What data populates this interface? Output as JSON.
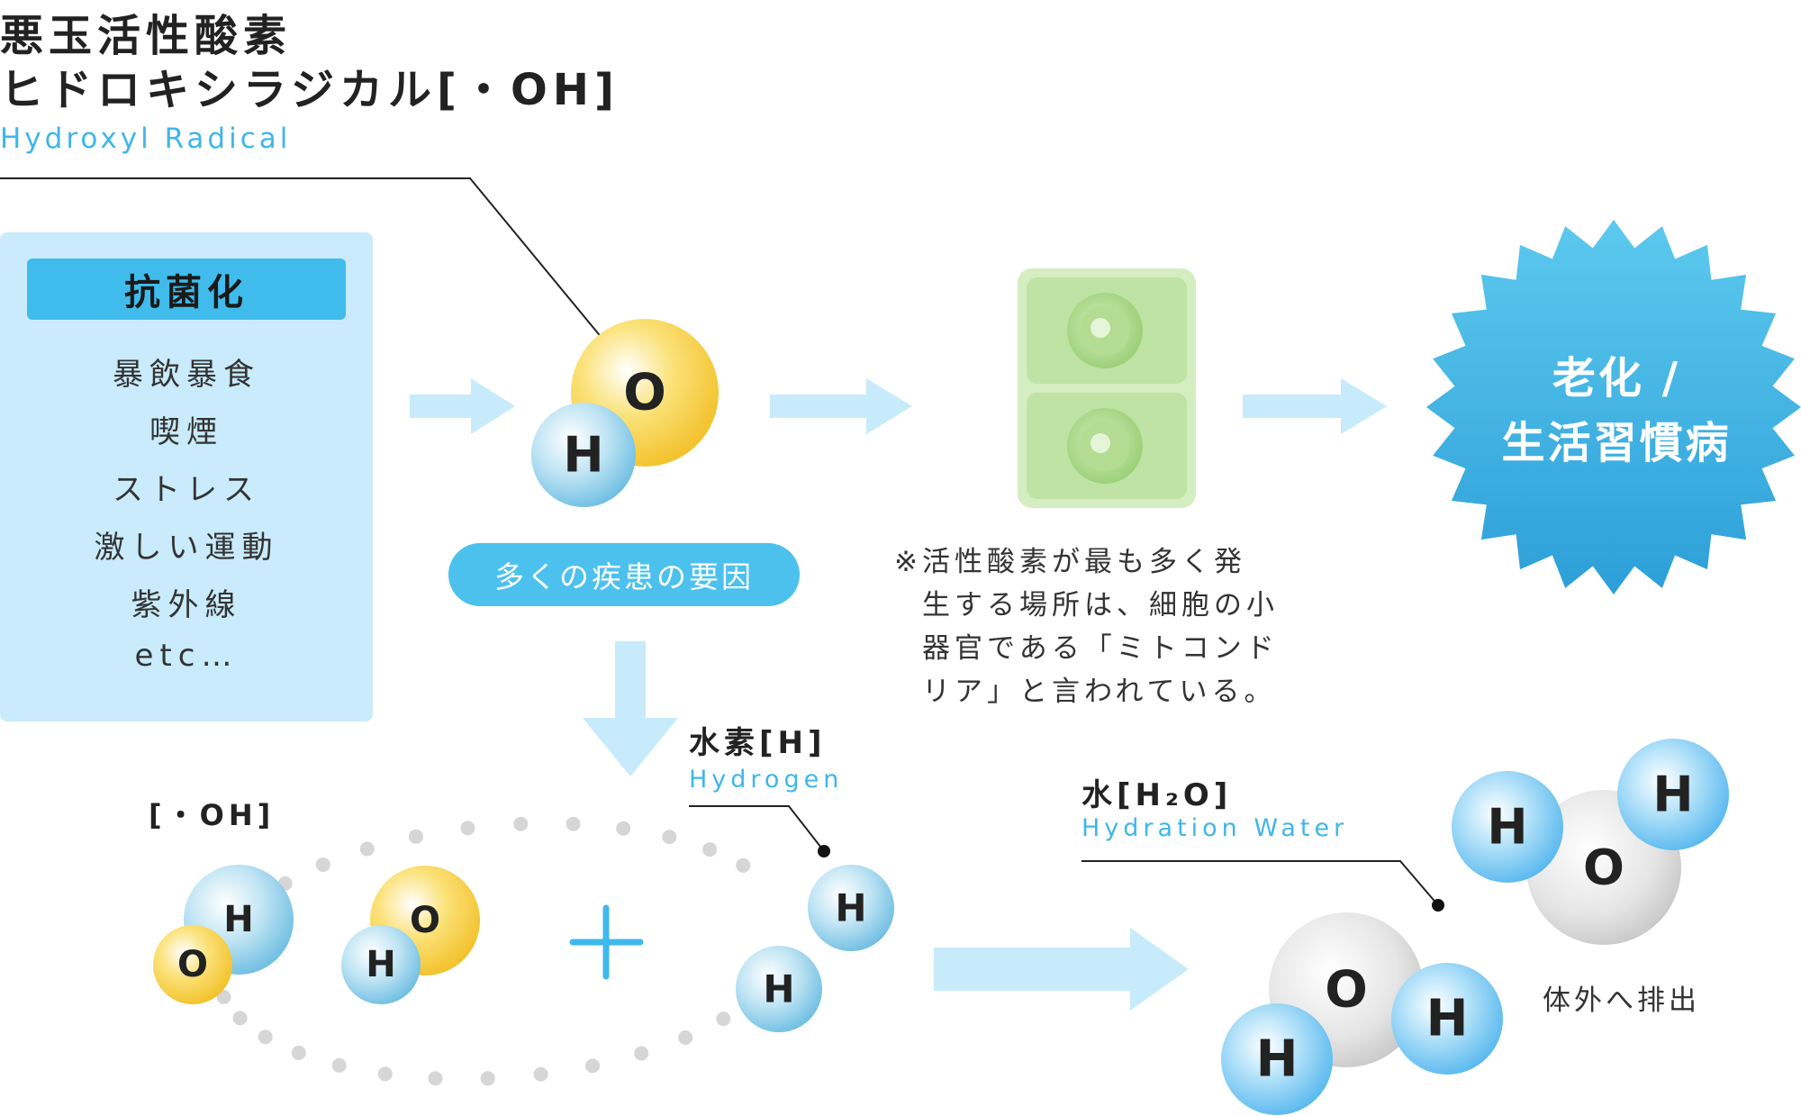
{
  "header": {
    "title_line1": "悪玉活性酸素",
    "title_line2": "ヒドロキシラジカル[・OH]",
    "subtitle_en": "Hydroxyl Radical"
  },
  "causes": {
    "badge": "抗菌化",
    "items": [
      "暴飲暴食",
      "喫煙",
      "ストレス",
      "激しい運動",
      "紫外線",
      "etc…"
    ]
  },
  "center": {
    "pill_label": "多くの疾患の要因"
  },
  "note": {
    "lines": [
      "※活性酸素が最も多く発",
      "生する場所は、細胞の小",
      "器官である「ミトコンド",
      "リア」と言われている。"
    ]
  },
  "result": {
    "line1": "老化 /",
    "line2": "生活習慣病"
  },
  "reaction": {
    "radical_label": "[・OH]",
    "hydrogen_label": "水素[H]",
    "hydrogen_en": "Hydrogen",
    "plus": "+",
    "water_label": "水[H₂O]",
    "water_en": "Hydration Water",
    "excretion": "体外へ排出"
  },
  "atoms": {
    "O": "O",
    "H": "H"
  },
  "colors": {
    "accent_blue": "#3fbcec",
    "panel_blue": "#c9ebfb",
    "arrow_blue": "#c7ebfb",
    "oxygen_yellow": "#f7cc3a",
    "hydrogen_blue": "#7cc9e8",
    "water_oxygen_gray": "#d9d9d9",
    "cell_green": "#bfe3a4"
  }
}
